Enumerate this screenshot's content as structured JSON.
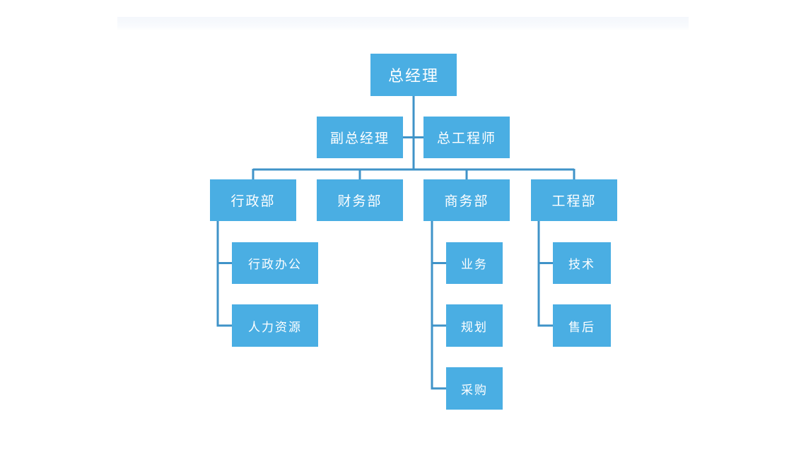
{
  "org_chart": {
    "root": "总经理",
    "deputies": {
      "vice_general_manager": "副总经理",
      "chief_engineer": "总工程师"
    },
    "departments": [
      {
        "name": "行政部",
        "children": [
          "行政办公",
          "人力资源"
        ]
      },
      {
        "name": "财务部",
        "children": []
      },
      {
        "name": "商务部",
        "children": [
          "业务",
          "规划",
          "采购"
        ]
      },
      {
        "name": "工程部",
        "children": [
          "技术",
          "售后"
        ]
      }
    ]
  },
  "colors": {
    "node_fill": "#4aaee3",
    "node_text": "#ffffff",
    "connector": "#3f93c8"
  }
}
